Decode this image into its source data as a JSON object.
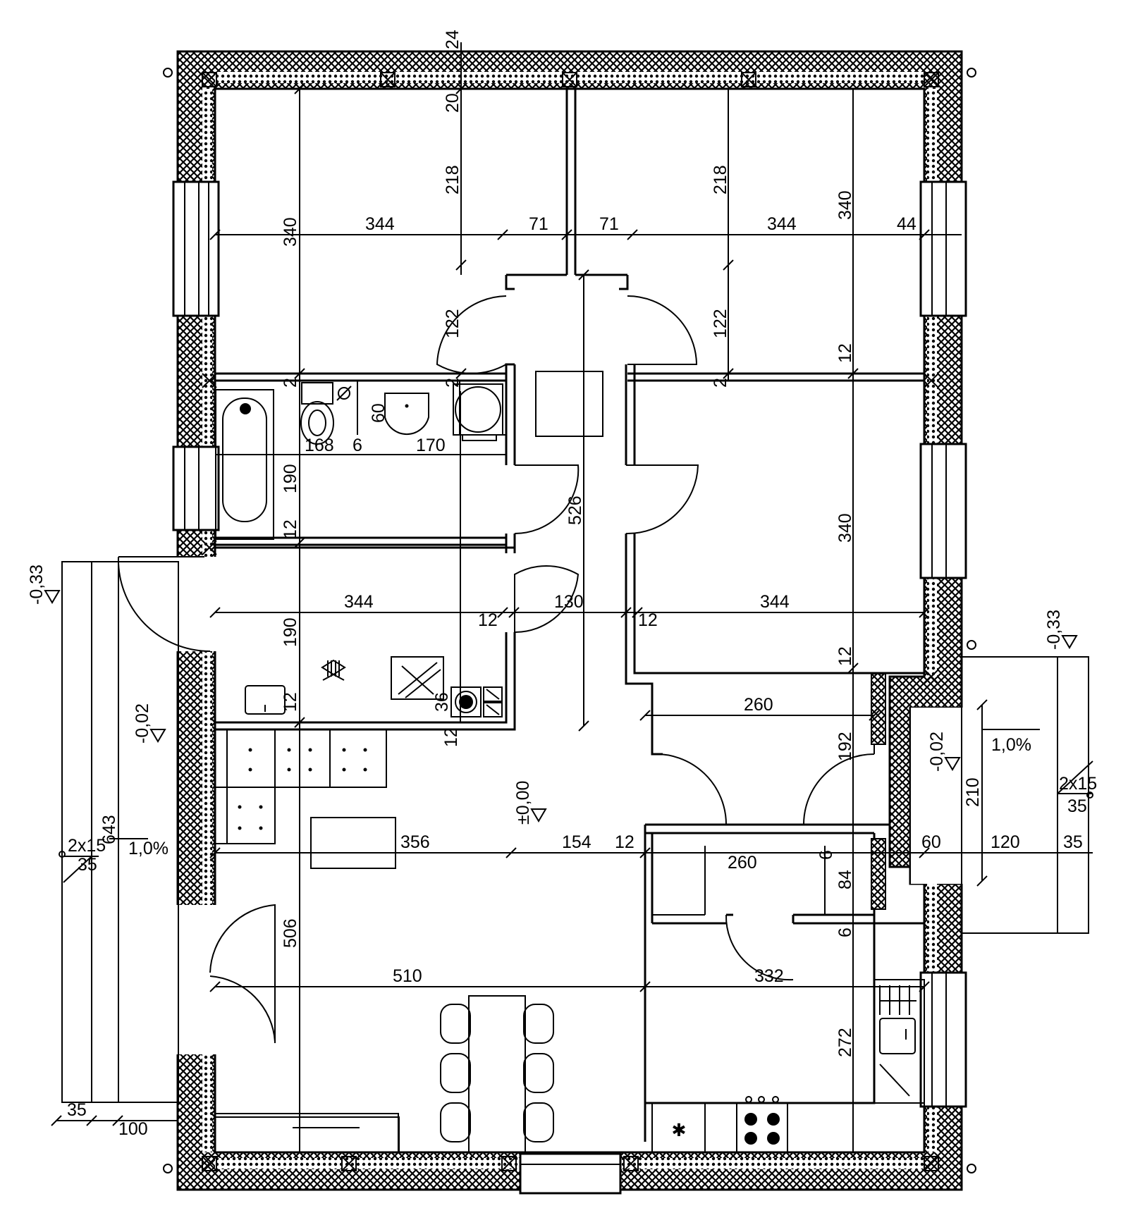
{
  "plan": {
    "dimensions": {
      "d24": "24",
      "d20": "20",
      "d218a": "218",
      "d218b": "218",
      "d340a": "340",
      "d340b": "340",
      "d340c": "340",
      "d344a": "344",
      "d71a": "71",
      "d71b": "71",
      "d344b": "344",
      "d44": "44",
      "d122a": "122",
      "d122b": "122",
      "d12a": "12",
      "d2a": "2",
      "d2b": "2",
      "d2c": "2",
      "d60a": "60",
      "d168": "168",
      "d6a": "6",
      "d170": "170",
      "d190a": "190",
      "d526": "526",
      "d12b": "12",
      "d344c": "344",
      "d12c": "12",
      "d130": "130",
      "d12d": "12",
      "d344d": "344",
      "d190b": "190",
      "d12e": "12",
      "d36": "36",
      "d12f": "12",
      "d12g": "12",
      "d260a": "260",
      "d192": "192",
      "d356": "356",
      "d154": "154",
      "d12h": "12",
      "d260b": "260",
      "d6b": "6",
      "d84": "84",
      "d6c": "6",
      "d60b": "60",
      "d120": "120",
      "d35a": "35",
      "d210": "210",
      "d506": "506",
      "d510": "510",
      "d332": "332",
      "d272": "272",
      "d643": "643",
      "d35b": "35",
      "d100": "100"
    },
    "levels": {
      "l1": "-0,33",
      "l2": "-0,33",
      "l3": "-0,02",
      "l4": "-0,02",
      "l5": "±0,00"
    },
    "steps": {
      "s1": "2x15",
      "s1b": "35",
      "s2": "2x15",
      "s2b": "35"
    },
    "slopes": {
      "p1": "1,0%",
      "p2": "1,0%"
    }
  }
}
